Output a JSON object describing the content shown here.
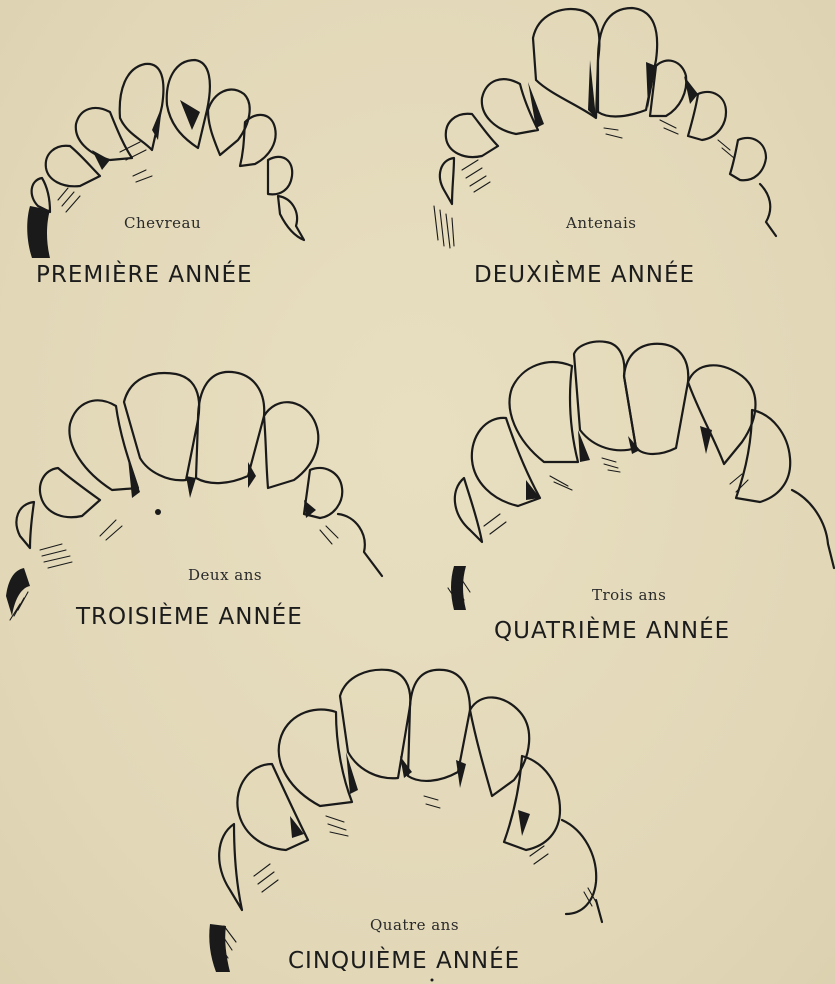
{
  "panels": [
    {
      "age_label": "Chevreau",
      "year_caption": "PREMIÈRE ANNÉE"
    },
    {
      "age_label": "Antenais",
      "year_caption": "DEUXIÈME ANNÉE"
    },
    {
      "age_label": "Deux ans",
      "year_caption": "TROISIÈME ANNÉE"
    },
    {
      "age_label": "Trois ans",
      "year_caption": "QUATRIÈME ANNÉE"
    },
    {
      "age_label": "Quatre ans",
      "year_caption": "CINQUIÈME ANNÉE"
    }
  ]
}
